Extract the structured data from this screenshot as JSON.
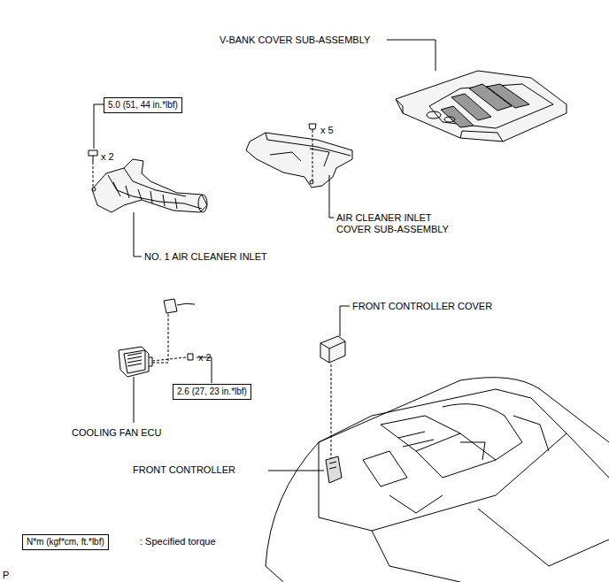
{
  "diagram": {
    "nodes": [
      {
        "text": [
          "5.0 (51, 44 in.*lbf)"
        ]
      },
      {
        "text": [
          "2.6 (27, 23 in.*lbf)"
        ]
      },
      {
        "text": [
          "N*m (kgf*cm, ft.*lbf)"
        ]
      }
    ],
    "labels": [
      "V-BANK COVER SUB-ASSEMBLY",
      "x 5",
      "AIR CLEANER INLET COVER SUB-ASSEMBLY",
      "x 2",
      "NO. 1 AIR CLEANER INLET",
      "FRONT CONTROLLER COVER",
      "x 2",
      "COOLING FAN ECU",
      "FRONT CONTROLLER",
      ": Specified torque",
      "P"
    ]
  }
}
